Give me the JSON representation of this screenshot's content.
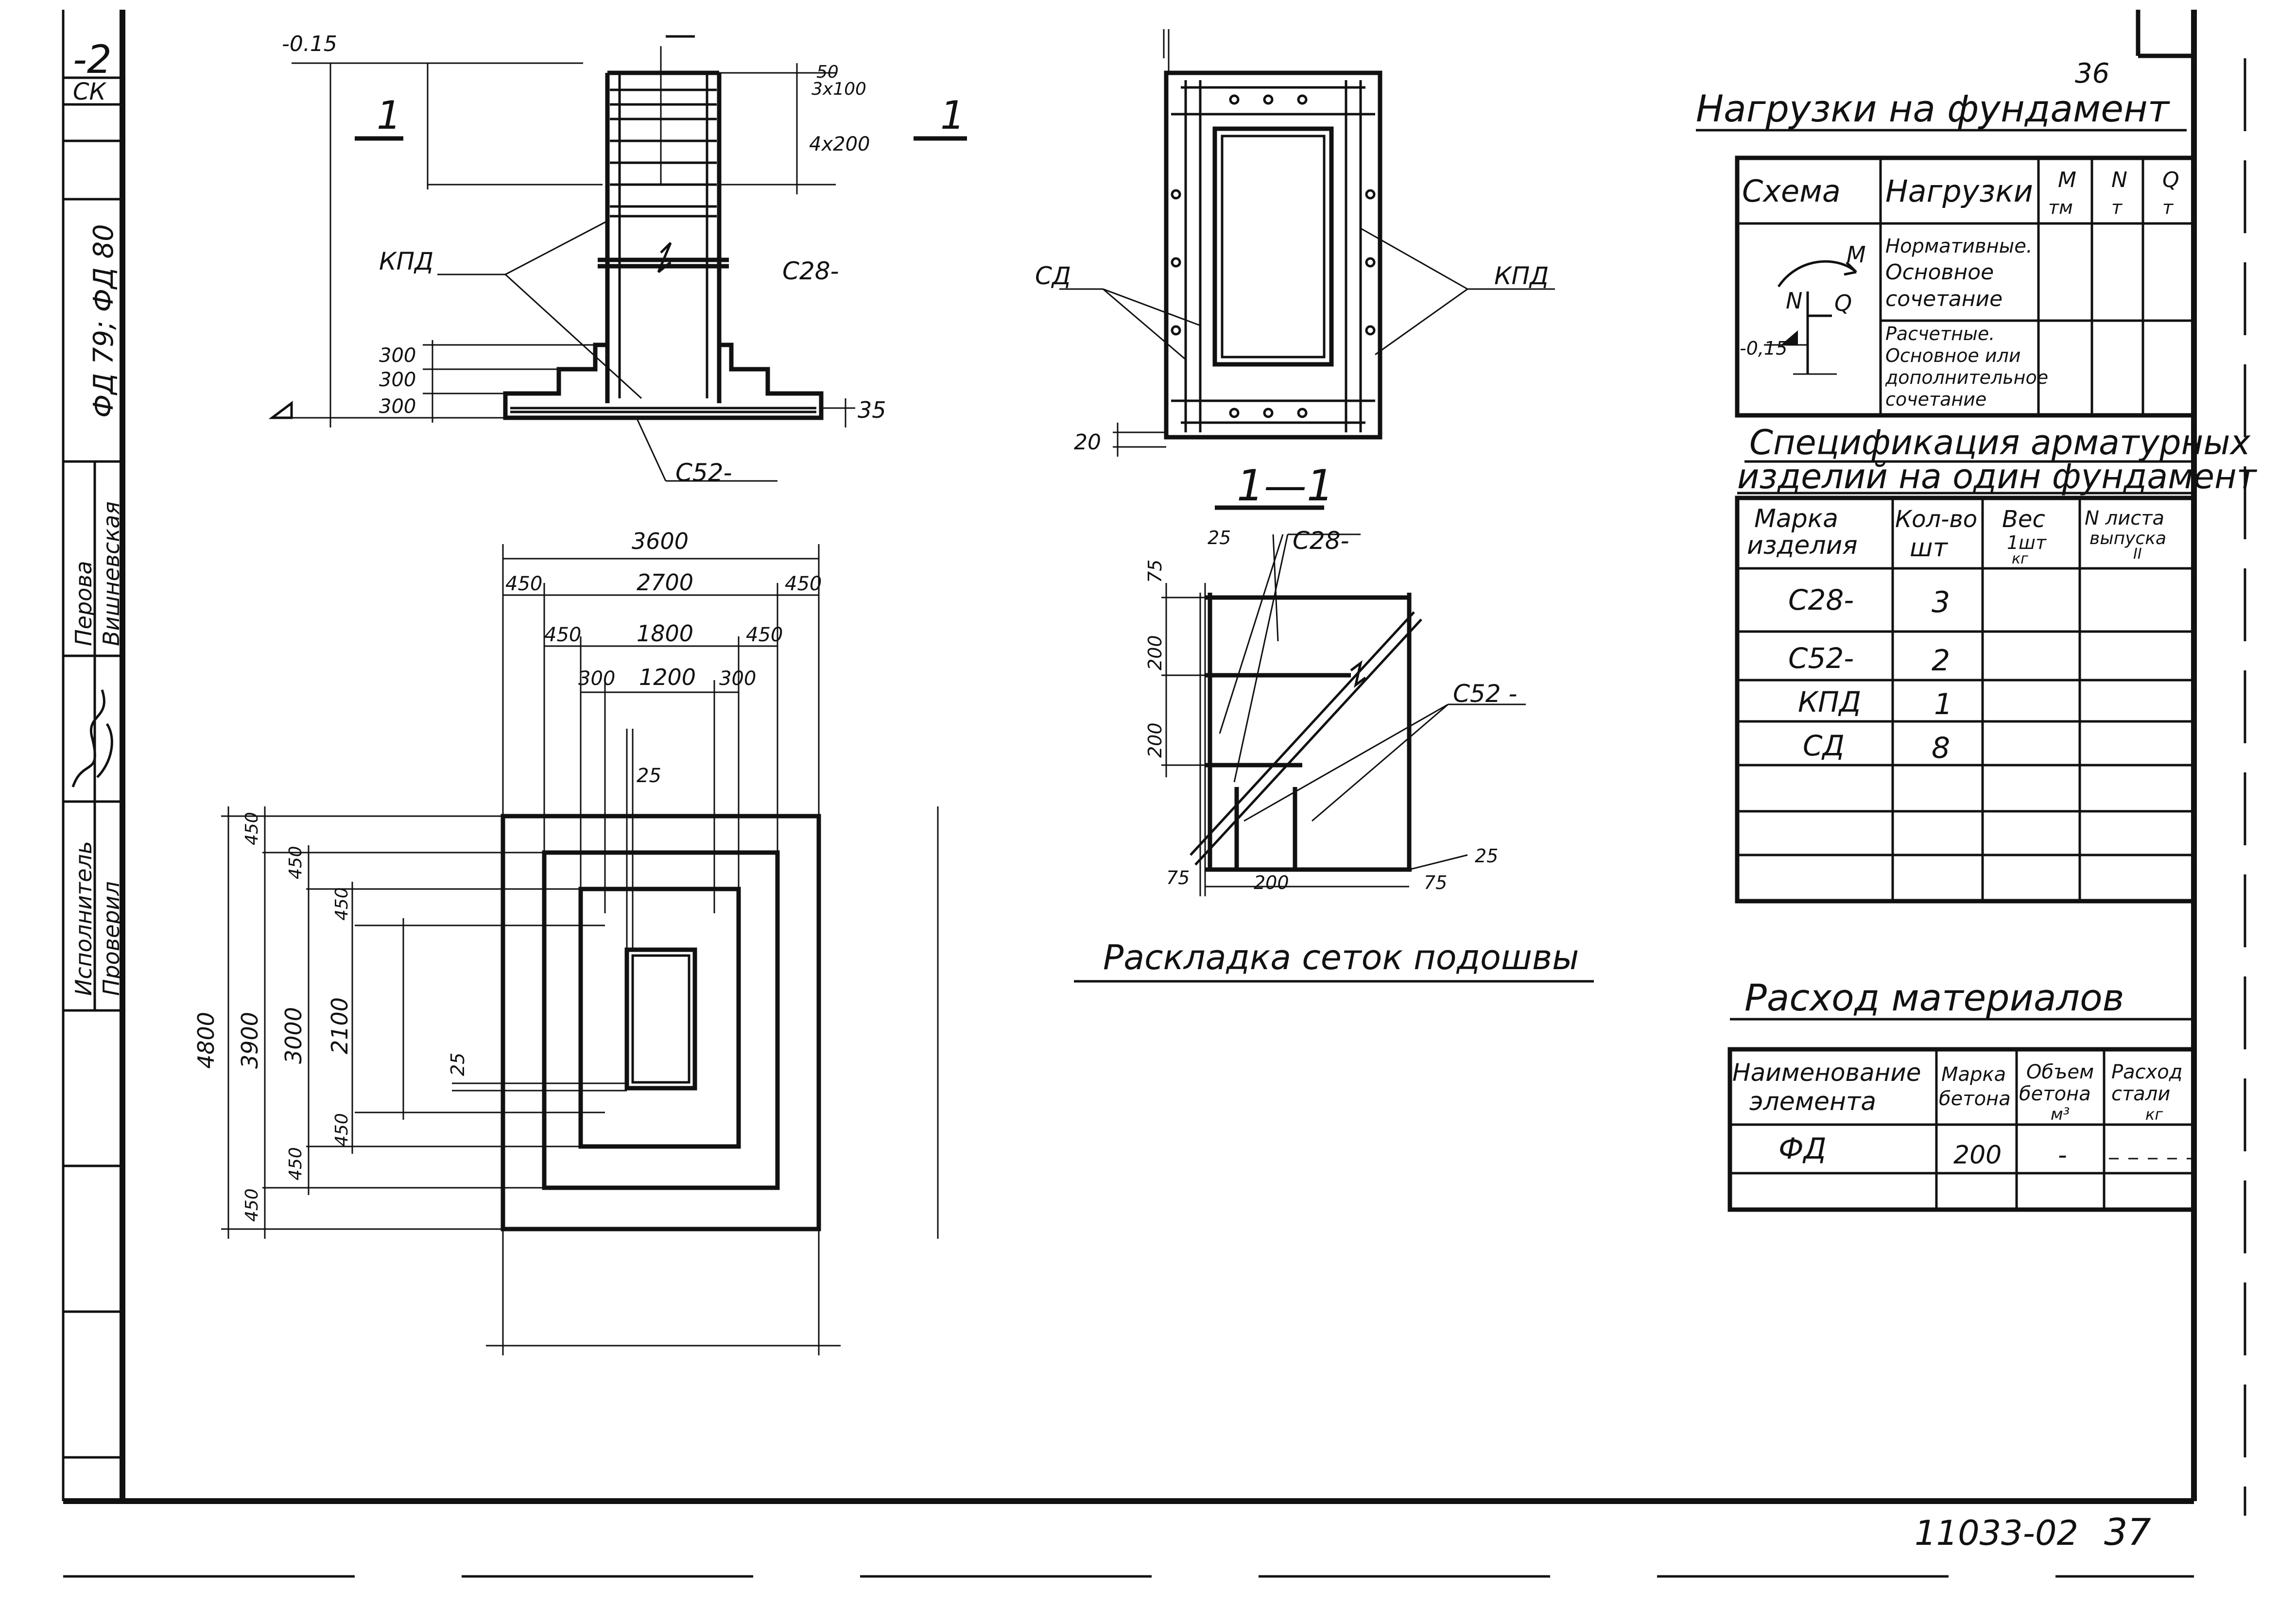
{
  "sheet": {
    "page_number": "36",
    "drawing_number": "11033-02",
    "sheet_number": "37",
    "stamp_corner": "-2",
    "stamp_ck": "СК",
    "side_code": "ФД 79; ФД 80",
    "side_labels": [
      "Исполнитель",
      "Проверил"
    ],
    "side_names": [
      "Перова",
      "Вишневская"
    ]
  },
  "elevation": {
    "section_mark": "1",
    "level": "-0.15",
    "marks": [
      "КПД",
      "С28-",
      "С52-"
    ],
    "dims_right": [
      "50",
      "3x100",
      "4x200",
      "35"
    ],
    "dims_left": [
      "300",
      "300",
      "300"
    ]
  },
  "plan": {
    "widths": [
      "3600",
      "450",
      "2700",
      "450",
      "450",
      "1800",
      "450",
      "300",
      "1200",
      "300"
    ],
    "heights": [
      "4800",
      "3900",
      "3000",
      "2100",
      "450",
      "450",
      "450",
      "450",
      "450",
      "450"
    ],
    "gap": "25"
  },
  "section": {
    "title": "1—1",
    "marks": [
      "СД",
      "КПД"
    ],
    "cover": "20"
  },
  "mesh_layout": {
    "title": "Раскладка сеток подошвы",
    "marks": [
      "С28-",
      "С52 -"
    ],
    "dims": [
      "25",
      "75",
      "200",
      "200",
      "75",
      "200",
      "75",
      "25"
    ]
  },
  "loads": {
    "title": "Нагрузки на фундамент",
    "headers": [
      "Схема",
      "Нагрузки",
      "M",
      "N",
      "Q"
    ],
    "units": [
      "тм",
      "т",
      "т"
    ],
    "rows": [
      [
        "Нормативные.",
        "Основное",
        "сочетание"
      ],
      [
        "Расчетные.",
        "Основное или",
        "дополнительное",
        "сочетание"
      ]
    ],
    "scheme_labels": [
      "M",
      "N",
      "Q",
      "-0,15"
    ]
  },
  "spec": {
    "title_line1": "Спецификация арматурных",
    "title_line2": "изделий на один фундамент",
    "headers": [
      [
        "Марка",
        "изделия"
      ],
      [
        "Кол-во",
        "шт"
      ],
      [
        "Вес",
        "1шт",
        "кг"
      ],
      [
        "N листа",
        "выпуска",
        "II"
      ]
    ],
    "rows": [
      {
        "mark": "С28-",
        "qty": "3"
      },
      {
        "mark": "С52-",
        "qty": "2"
      },
      {
        "mark": "КПД",
        "qty": "1"
      },
      {
        "mark": "СД",
        "qty": "8"
      }
    ]
  },
  "materials": {
    "title": "Расход материалов",
    "headers": [
      [
        "Наименование",
        "элемента"
      ],
      [
        "Марка",
        "бетона"
      ],
      [
        "Объем",
        "бетона",
        "м³"
      ],
      [
        "Расход",
        "стали",
        "кг"
      ]
    ],
    "rows": [
      {
        "name": "ФД",
        "grade": "200",
        "volume": "-",
        "steel": ""
      }
    ]
  }
}
